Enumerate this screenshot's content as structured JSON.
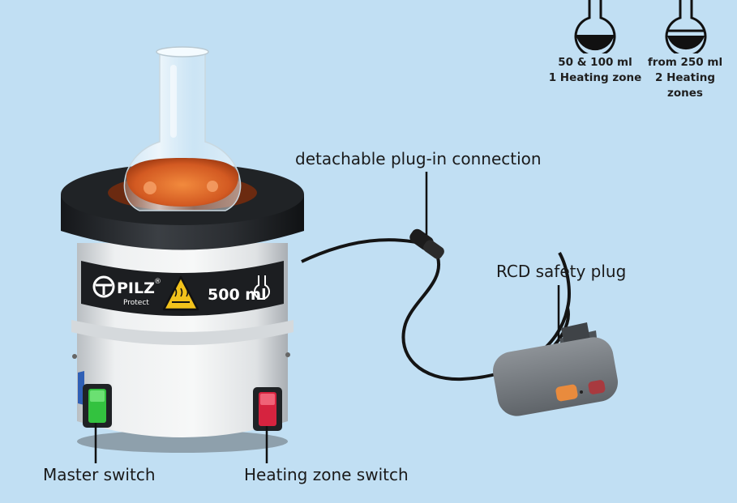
{
  "legend": {
    "small": {
      "line1": "50 & 100 ml",
      "line2": "1 Heating zone"
    },
    "large": {
      "line1": "from 250 ml",
      "line2": "2 Heating",
      "line3": "zones"
    }
  },
  "callouts": {
    "plug_connection": "detachable plug-in connection",
    "rcd_plug": "RCD safety plug",
    "master_switch": "Master switch",
    "heating_zone_switch": "Heating zone switch"
  },
  "device": {
    "brand": "PILZ",
    "brand_registered": "®",
    "brand_sub": "Protect",
    "volume": "500 ml"
  },
  "colors": {
    "background": "#c1dff3",
    "mantle_body": "#e9ebec",
    "mantle_top": "#2a2d30",
    "liquid": "#d8652a",
    "master_switch": "#2fbf3a",
    "heating_switch": "#d6233f",
    "rcd_body": "#7b8085"
  }
}
